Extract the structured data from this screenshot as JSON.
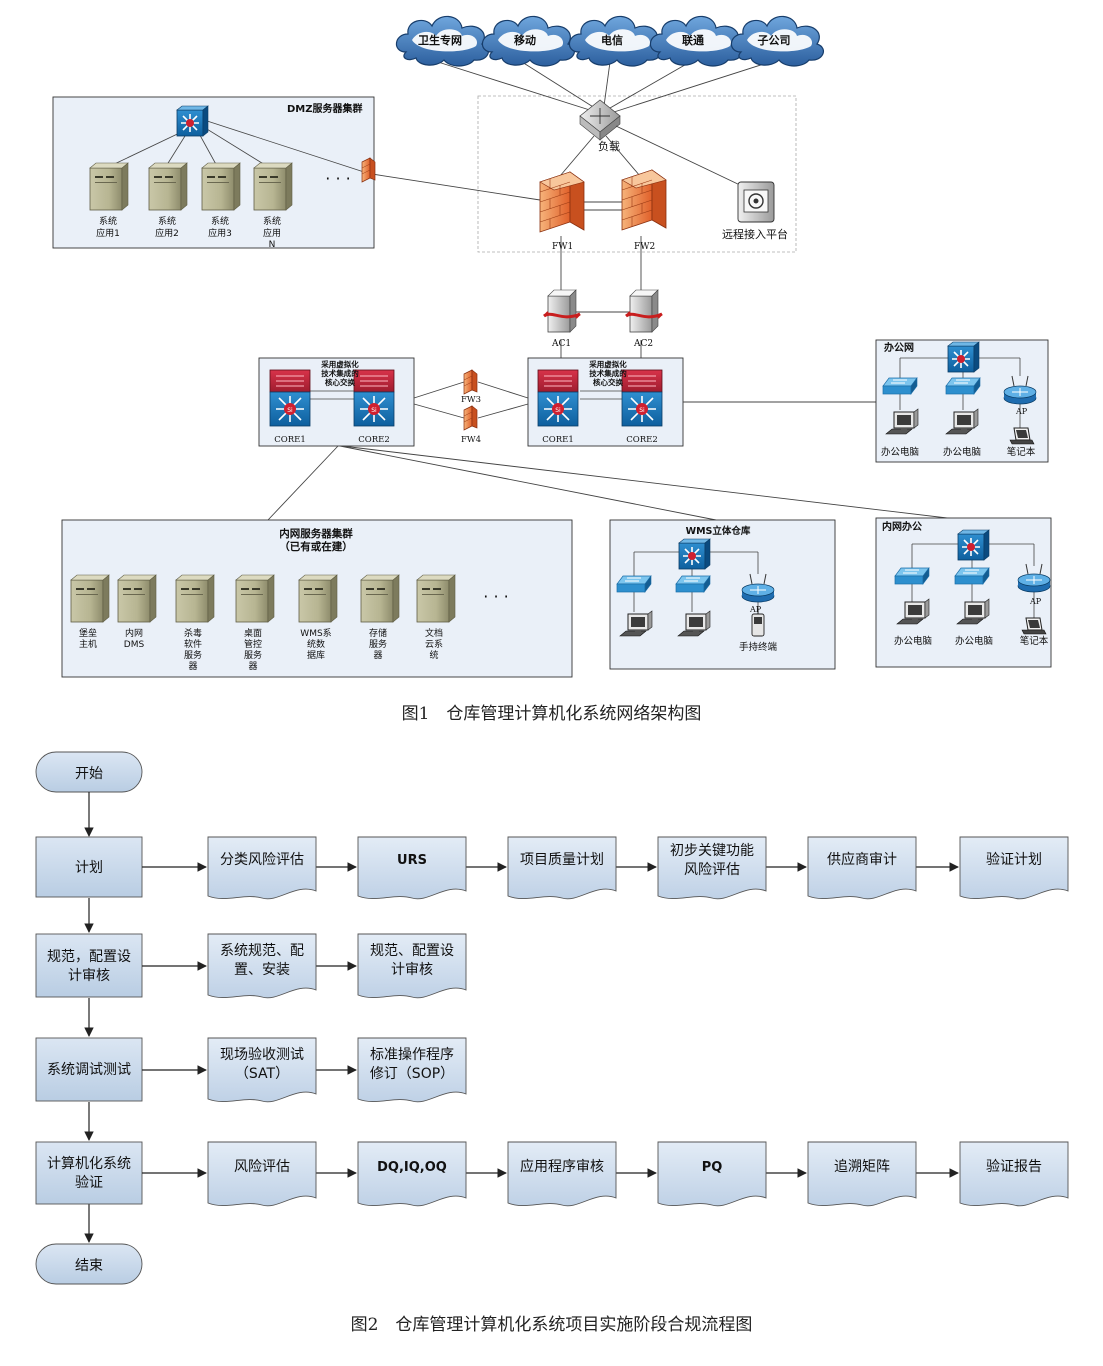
{
  "figure1": {
    "caption": "图1　仓库管理计算机化系统网络架构图",
    "clouds": [
      "卫生专网",
      "移动",
      "电信",
      "联通",
      "子公司"
    ],
    "load_balancer": "负载",
    "remote_platform": "远程接入平台",
    "firewalls": {
      "fw1": "FW1",
      "fw2": "FW2",
      "fw3": "FW3",
      "fw4": "FW4"
    },
    "ac": {
      "ac1": "AC1",
      "ac2": "AC2"
    },
    "dmz": {
      "title": "DMZ服务器集群",
      "servers": [
        [
          "系统",
          "应用1"
        ],
        [
          "系统",
          "应用2"
        ],
        [
          "系统",
          "应用3"
        ],
        [
          "系统",
          "应用",
          "N"
        ]
      ],
      "ellipsis": "· · ·"
    },
    "core_left": {
      "note": [
        "采用虚拟化",
        "技术集成的",
        "核心交换"
      ],
      "core1": "CORE1",
      "core2": "CORE2"
    },
    "core_right": {
      "note": [
        "采用虚拟化",
        "技术集成的",
        "核心交换"
      ],
      "core1": "CORE1",
      "core2": "CORE2"
    },
    "office_net": {
      "title": "办公网",
      "ap": "AP",
      "pc1": "办公电脑",
      "pc2": "办公电脑",
      "laptop": "笔记本"
    },
    "intranet_cluster": {
      "title": [
        "内网服务器集群",
        "（已有或在建）"
      ],
      "servers": [
        [
          "堡垒",
          "主机"
        ],
        [
          "内网",
          "DMS"
        ],
        [
          "杀毒",
          "软件",
          "服务",
          "器"
        ],
        [
          "桌面",
          "管控",
          "服务",
          "器"
        ],
        [
          "WMS系",
          "统数",
          "据库"
        ],
        [
          "存储",
          "服务",
          "器"
        ],
        [
          "文档",
          "云系",
          "统"
        ]
      ],
      "ellipsis": "· · ·"
    },
    "wms": {
      "title": "WMS立体仓库",
      "ap": "AP",
      "handheld": "手持终端"
    },
    "intranet_office": {
      "title": "内网办公",
      "ap": "AP",
      "pc1": "办公电脑",
      "pc2": "办公电脑",
      "laptop": "笔记本"
    }
  },
  "figure2": {
    "caption": "图2　仓库管理计算机化系统项目实施阶段合规流程图",
    "start": "开始",
    "end": "结束",
    "stages": [
      {
        "label": [
          "计划"
        ],
        "docs": [
          [
            "分类风险评估"
          ],
          [
            "URS"
          ],
          [
            "项目质量计划"
          ],
          [
            "初步关键功能",
            "风险评估"
          ],
          [
            "供应商审计"
          ],
          [
            "验证计划"
          ]
        ]
      },
      {
        "label": [
          "规范，配置设",
          "计审核"
        ],
        "docs": [
          [
            "系统规范、配",
            "置、安装"
          ],
          [
            "规范、配置设",
            "计审核"
          ]
        ]
      },
      {
        "label": [
          "系统调试测试"
        ],
        "docs": [
          [
            "现场验收测试",
            "（SAT）"
          ],
          [
            "标准操作程序",
            "修订（SOP）"
          ]
        ]
      },
      {
        "label": [
          "计算机化系统",
          "验证"
        ],
        "docs": [
          [
            "风险评估"
          ],
          [
            "DQ,IQ,OQ"
          ],
          [
            "应用程序审核"
          ],
          [
            "PQ"
          ],
          [
            "追溯矩阵"
          ],
          [
            "验证报告"
          ]
        ]
      }
    ]
  }
}
